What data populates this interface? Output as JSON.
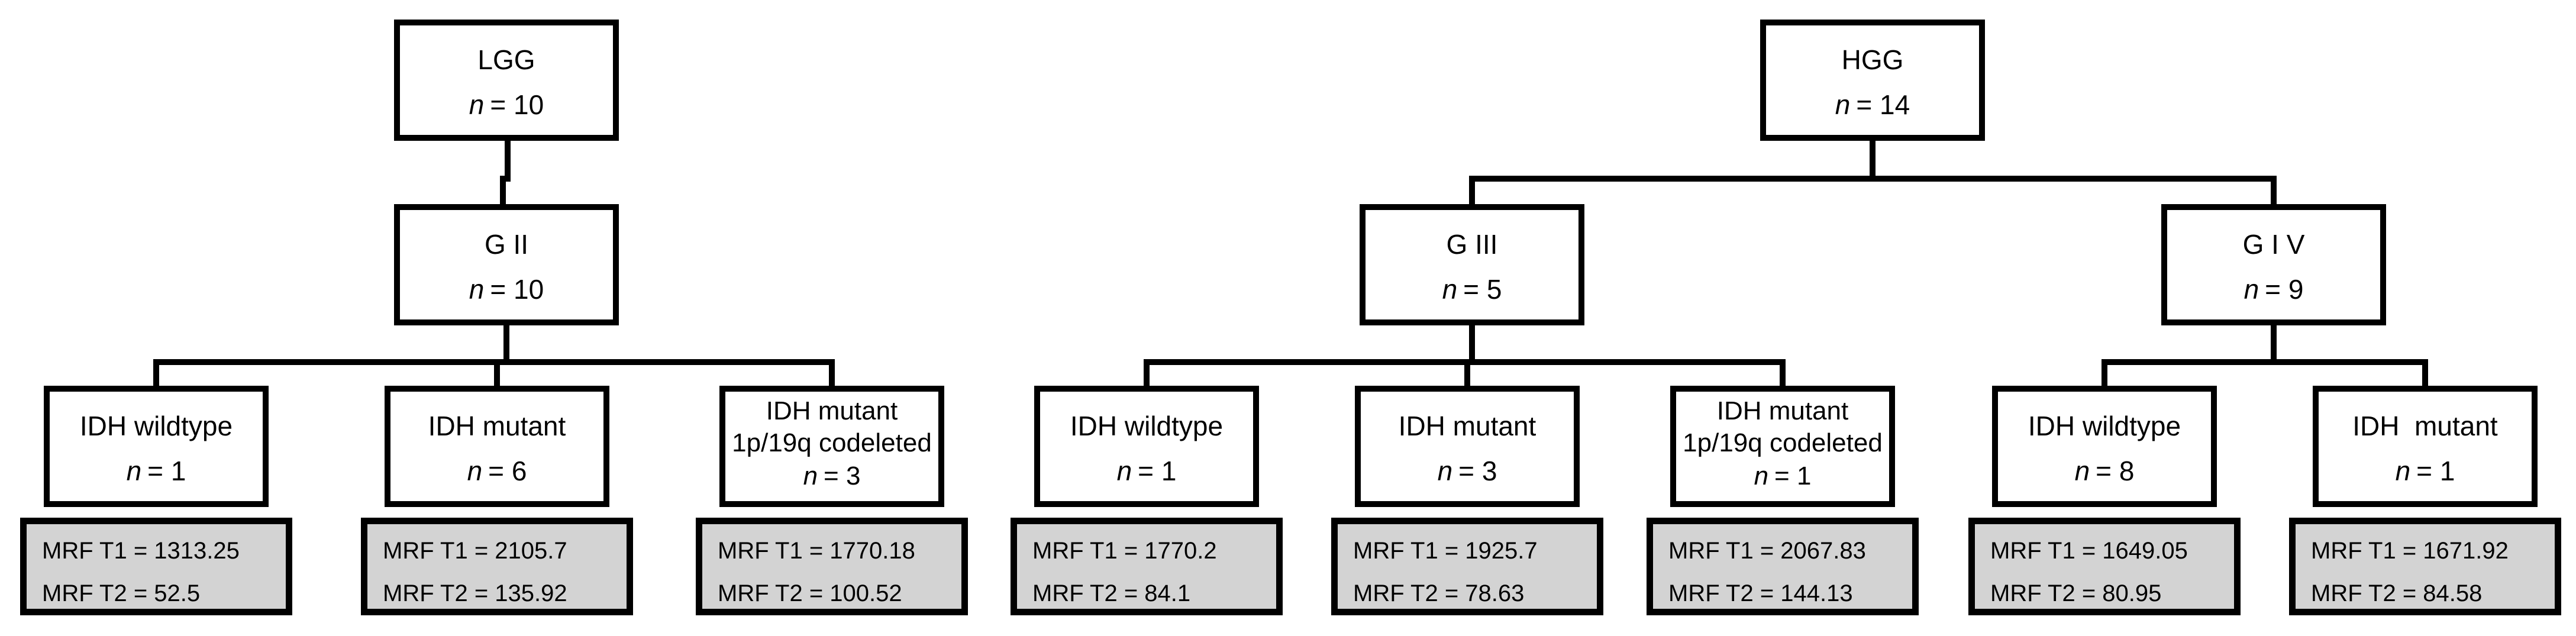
{
  "colors": {
    "line": "#000000",
    "box_fill": "#ffffff",
    "value_box_fill": "#d3d3d3",
    "text": "#000000"
  },
  "tree": {
    "lgg": {
      "label": "LGG",
      "n_symbol": "n",
      "n_eq": "= 10"
    },
    "g2": {
      "label": "G II",
      "n_symbol": "n",
      "n_eq": "= 10"
    },
    "hgg": {
      "label": "HGG",
      "n_symbol": "n",
      "n_eq": "= 14"
    },
    "g3": {
      "label": "G III",
      "n_symbol": "n",
      "n_eq": "= 5"
    },
    "g4": {
      "label": "G I V",
      "n_symbol": "n",
      "n_eq": "= 9"
    },
    "leaves": [
      {
        "label": "IDH wildtype",
        "n_symbol": "n",
        "n_eq": "= 1",
        "t1": "MRF T1 = 1313.25",
        "t2": "MRF T2 = 52.5"
      },
      {
        "label": "IDH mutant",
        "n_symbol": "n",
        "n_eq": "= 6",
        "t1": "MRF T1 = 2105.7",
        "t2": "MRF T2 = 135.92"
      },
      {
        "label": "IDH mutant",
        "label2": "1p/19q codeleted",
        "n_symbol": "n",
        "n_eq": "= 3",
        "t1": "MRF T1 = 1770.18",
        "t2": "MRF T2 = 100.52"
      },
      {
        "label": "IDH wildtype",
        "n_symbol": "n",
        "n_eq": "= 1",
        "t1": "MRF T1 = 1770.2",
        "t2": "MRF T2 = 84.1"
      },
      {
        "label": "IDH mutant",
        "n_symbol": "n",
        "n_eq": "= 3",
        "t1": "MRF T1 = 1925.7",
        "t2": "MRF T2 = 78.63"
      },
      {
        "label": "IDH mutant",
        "label2": "1p/19q codeleted",
        "n_symbol": "n",
        "n_eq": "= 1",
        "t1": "MRF T1 = 2067.83",
        "t2": "MRF T2 = 144.13"
      },
      {
        "label": "IDH wildtype",
        "n_symbol": "n",
        "n_eq": "= 8",
        "t1": "MRF T1 = 1649.05",
        "t2": "MRF T2 = 80.95"
      },
      {
        "label": "IDH  mutant",
        "n_symbol": "n",
        "n_eq": "= 1",
        "t1": "MRF T1 = 1671.92",
        "t2": "MRF T2 = 84.58"
      }
    ]
  }
}
